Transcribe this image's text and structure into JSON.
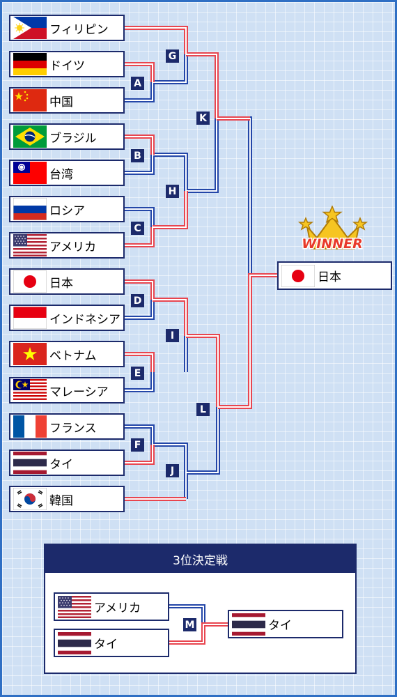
{
  "teams": {
    "philippines": {
      "name": "フィリピン",
      "flag": "philippines-flag"
    },
    "germany": {
      "name": "ドイツ",
      "flag": "germany-flag"
    },
    "china": {
      "name": "中国",
      "flag": "china-flag"
    },
    "brazil": {
      "name": "ブラジル",
      "flag": "brazil-flag"
    },
    "taiwan": {
      "name": "台湾",
      "flag": "taiwan-flag"
    },
    "russia": {
      "name": "ロシア",
      "flag": "russia-flag"
    },
    "usa": {
      "name": "アメリカ",
      "flag": "usa-flag"
    },
    "japan": {
      "name": "日本",
      "flag": "japan-flag"
    },
    "indonesia": {
      "name": "インドネシア",
      "flag": "indonesia-flag"
    },
    "vietnam": {
      "name": "ベトナム",
      "flag": "vietnam-flag"
    },
    "malaysia": {
      "name": "マレーシア",
      "flag": "malaysia-flag"
    },
    "france": {
      "name": "フランス",
      "flag": "france-flag"
    },
    "thailand": {
      "name": "タイ",
      "flag": "thailand-flag"
    },
    "korea": {
      "name": "韓国",
      "flag": "korea-flag"
    }
  },
  "matches": {
    "A": "A",
    "B": "B",
    "C": "C",
    "D": "D",
    "E": "E",
    "F": "F",
    "G": "G",
    "H": "H",
    "I": "I",
    "J": "J",
    "K": "K",
    "L": "L",
    "M": "M"
  },
  "winner": {
    "badge_text": "WINNER",
    "team": "日本",
    "icon": "crown-icon"
  },
  "third_place": {
    "title": "3位決定戦",
    "team1": "アメリカ",
    "team2": "タイ",
    "winner": "タイ"
  },
  "colors": {
    "win_line": "#e8454f",
    "lose_line": "#2346a8",
    "box_border": "#1c2a6b",
    "background": "#cfe0f4"
  }
}
